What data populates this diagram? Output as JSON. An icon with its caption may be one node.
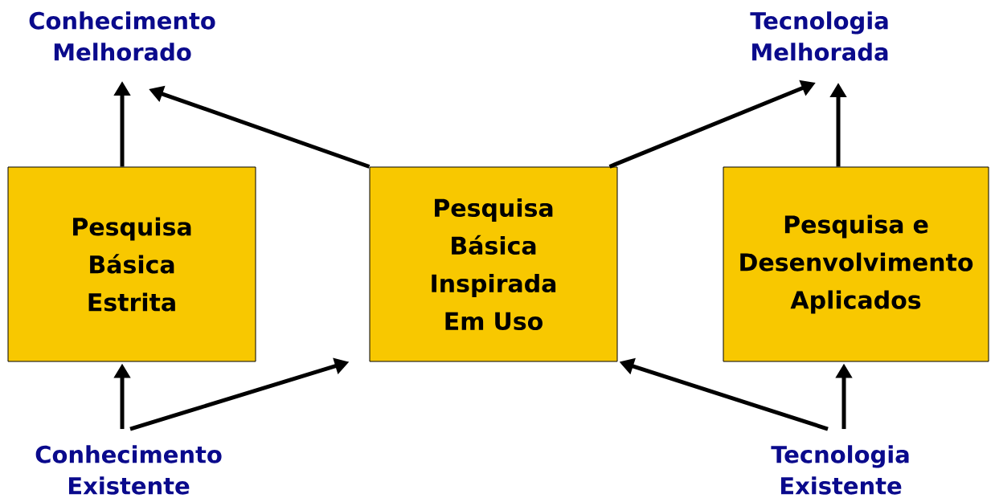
{
  "diagram": {
    "nodes": [
      {
        "text": [
          "Conhecimento Melhorado"
        ]
      },
      {
        "text": [
          "Tecnologia Melhorada"
        ]
      },
      {
        "text": [
          "Pesquisa Básica Estrita"
        ]
      },
      {
        "text": [
          "Pesquisa Básica Inspirada Em Uso"
        ]
      },
      {
        "text": [
          "Pesquisa e Desenvolvimento Aplicados"
        ]
      },
      {
        "text": [
          "Conhecimento Existente"
        ]
      },
      {
        "text": [
          "Tecnologia Existente"
        ]
      }
    ],
    "edges": [
      {
        "from": 2,
        "to": 0,
        "arrow": "to"
      },
      {
        "from": 3,
        "to": 0,
        "arrow": "to"
      },
      {
        "from": 3,
        "to": 1,
        "arrow": "to"
      },
      {
        "from": 4,
        "to": 1,
        "arrow": "to"
      },
      {
        "from": 5,
        "to": 2,
        "arrow": "to"
      },
      {
        "from": 5,
        "to": 3,
        "arrow": "to"
      },
      {
        "from": 6,
        "to": 3,
        "arrow": "to"
      },
      {
        "from": 6,
        "to": 4,
        "arrow": "to"
      }
    ]
  }
}
